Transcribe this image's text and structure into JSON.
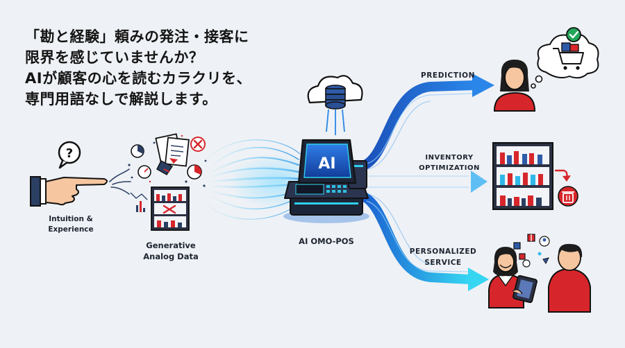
{
  "headline": {
    "line1": "「勘と経験」頼みの発注・接客に",
    "line2": "限界を感じていませんか？",
    "line3": "AIが顧客の心を読むカラクリを、",
    "line4": "専門用語なしで解説します。"
  },
  "nodes": {
    "intuition": {
      "line1": "Intuition &",
      "line2": "Experience"
    },
    "analog_data": {
      "line1": "Generative",
      "line2": "Analog Data"
    },
    "ai_pos": {
      "label": "AI OMO-POS",
      "screen_text": "AI"
    },
    "prediction": {
      "label": "PREDICTION"
    },
    "inventory": {
      "line1": "INVENTORY",
      "line2": "OPTIMIZATION"
    },
    "service": {
      "line1": "PERSONALIZED",
      "line2": "SERVICE"
    }
  },
  "icons": {
    "question": "question-bubble-icon",
    "pointing_hand": "pointing-hand-icon",
    "cloud_database": "cloud-database-icon",
    "check": "check-icon",
    "cart": "shopping-cart-icon",
    "trash": "trash-icon",
    "error": "error-x-icon"
  },
  "colors": {
    "arrow_blue": "#1f6fd8",
    "arrow_cyan": "#2fd0f0",
    "accent_red": "#d7262b",
    "check_green": "#22a65a",
    "ink": "#1d2430",
    "background": "#eef1f5"
  }
}
